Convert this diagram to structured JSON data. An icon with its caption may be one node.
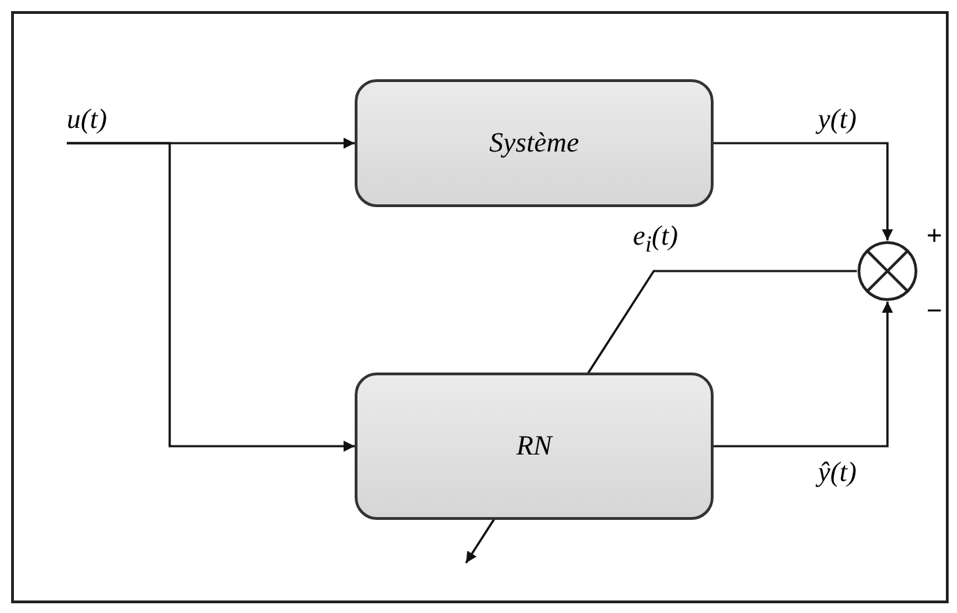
{
  "diagram": {
    "nodes": [
      {
        "text": [
          "u(t)"
        ]
      },
      {
        "text": [
          "Système"
        ]
      },
      {
        "text": [
          "RN"
        ]
      },
      {
        "text": [],
        "shape": "circle"
      }
    ],
    "edges": [
      {
        "from": 0,
        "to": 1,
        "arrow": "to"
      },
      {
        "from": 0,
        "to": 2,
        "arrow": "to"
      },
      {
        "from": 1,
        "to": 3,
        "label": "y(t)",
        "arrow": "to"
      },
      {
        "from": 2,
        "to": 3,
        "label": "ŷ(t)",
        "arrow": "to"
      },
      {
        "from": 3,
        "to": null,
        "label": "e$_{i}$(t)",
        "arrow": "to"
      }
    ],
    "labels": [
      "+",
      "−"
    ]
  }
}
